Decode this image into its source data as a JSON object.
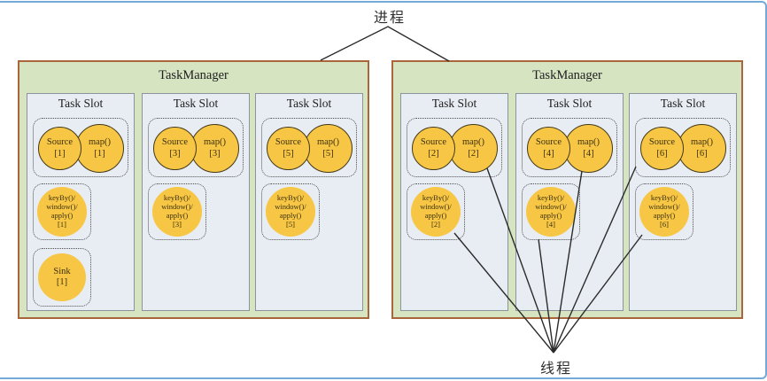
{
  "labels": {
    "process": "进程",
    "thread": "线程"
  },
  "colors": {
    "frame_border": "#74a9d8",
    "tm_fill": "#d6e4c2",
    "tm_border": "#a8663a",
    "slot_fill": "#e8edf4",
    "circle_fill": "#f6c644",
    "circle_border": "#43391b",
    "connector_line": "#2b2b2b"
  },
  "tms": [
    {
      "title": "TaskManager",
      "slots": [
        {
          "title": "Task Slot",
          "source": "Source",
          "source_idx": "[1]",
          "map": "map()",
          "map_idx": "[1]",
          "kb1": "keyBy()/",
          "kb2": "window()/",
          "kb3": "apply()",
          "kb_idx": "[1]",
          "sink": "Sink",
          "sink_idx": "[1]"
        },
        {
          "title": "Task Slot",
          "source": "Source",
          "source_idx": "[3]",
          "map": "map()",
          "map_idx": "[3]",
          "kb1": "keyBy()/",
          "kb2": "window()/",
          "kb3": "apply()",
          "kb_idx": "[3]"
        },
        {
          "title": "Task Slot",
          "source": "Source",
          "source_idx": "[5]",
          "map": "map()",
          "map_idx": "[5]",
          "kb1": "keyBy()/",
          "kb2": "window()/",
          "kb3": "apply()",
          "kb_idx": "[5]"
        }
      ]
    },
    {
      "title": "TaskManager",
      "slots": [
        {
          "title": "Task Slot",
          "source": "Source",
          "source_idx": "[2]",
          "map": "map()",
          "map_idx": "[2]",
          "kb1": "keyBy()/",
          "kb2": "window()/",
          "kb3": "apply()",
          "kb_idx": "[2]"
        },
        {
          "title": "Task Slot",
          "source": "Source",
          "source_idx": "[4]",
          "map": "map()",
          "map_idx": "[4]",
          "kb1": "keyBy()/",
          "kb2": "window()/",
          "kb3": "apply()",
          "kb_idx": "[4]"
        },
        {
          "title": "Task Slot",
          "source": "Source",
          "source_idx": "[6]",
          "map": "map()",
          "map_idx": "[6]",
          "kb1": "keyBy()/",
          "kb2": "window()/",
          "kb3": "apply()",
          "kb_idx": "[6]"
        }
      ]
    }
  ]
}
